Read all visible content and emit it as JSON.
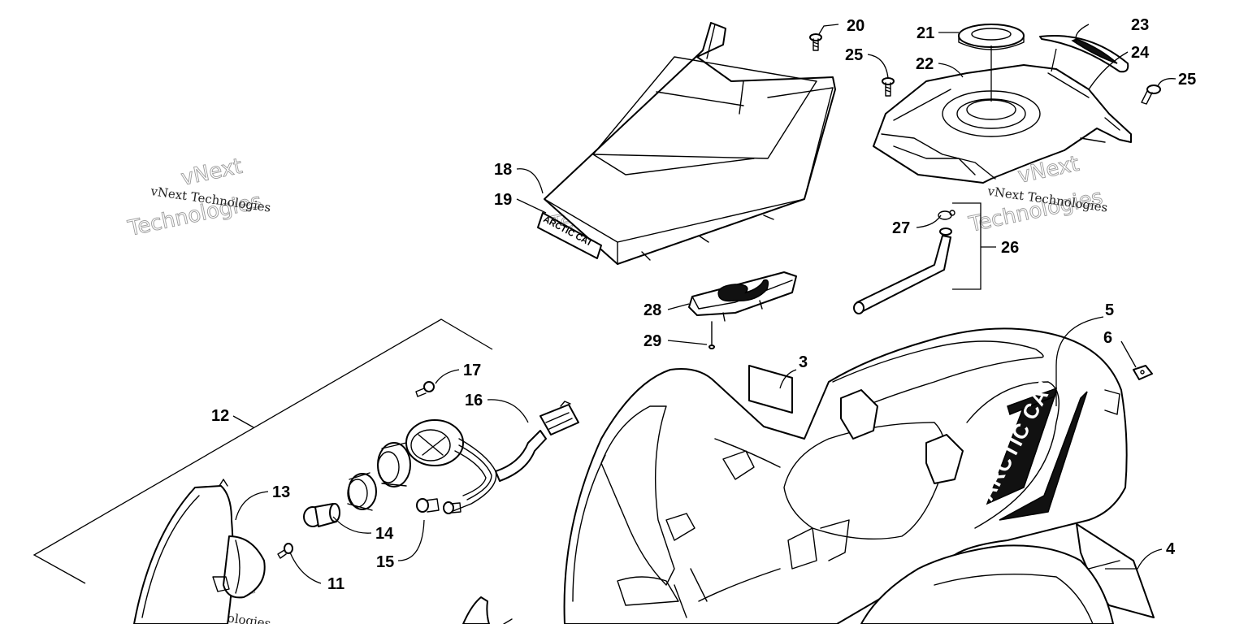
{
  "diagram": {
    "callouts": [
      "3",
      "4",
      "5",
      "6",
      "11",
      "12",
      "13",
      "14",
      "15",
      "16",
      "17",
      "18",
      "19",
      "20",
      "21",
      "22",
      "23",
      "24",
      "25",
      "25",
      "26",
      "27",
      "28",
      "29"
    ],
    "logo_text": "ARCTIC CAT",
    "logo_small_text": "ARCTIC CAT",
    "watermark": {
      "line1": "vNext Technologies",
      "line2a": "vNext",
      "line2b": "Technologies"
    },
    "colors": {
      "stroke": "#000000",
      "background": "#ffffff",
      "watermark": "#9a9a9a"
    }
  }
}
